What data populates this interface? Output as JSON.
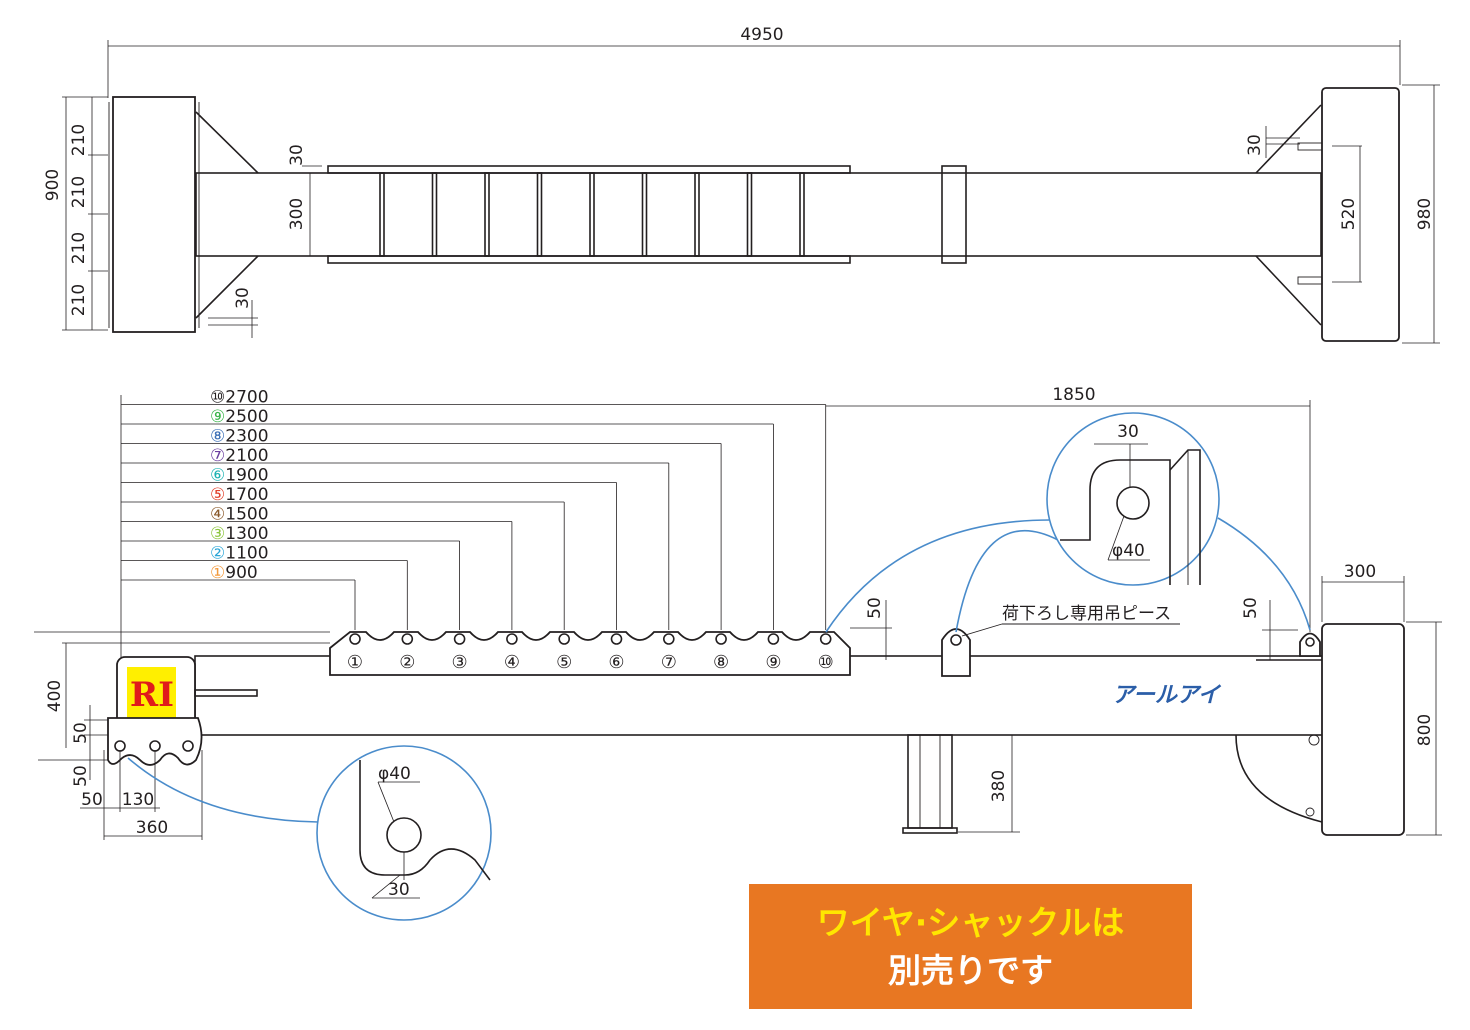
{
  "top_view": {
    "overall_length": "4950",
    "left_heights": [
      "210",
      "210",
      "210",
      "210"
    ],
    "left_total": "900",
    "beam_gap": "30",
    "beam_width": "300",
    "lower_gap": "30",
    "right_gap": "30",
    "right_inner": "520",
    "right_total": "980"
  },
  "side_view": {
    "positions": [
      {
        "mark": "①",
        "value": "900",
        "color": "#f39a3c"
      },
      {
        "mark": "②",
        "value": "1100",
        "color": "#2aa6d8"
      },
      {
        "mark": "③",
        "value": "1300",
        "color": "#8dc63f"
      },
      {
        "mark": "④",
        "value": "1500",
        "color": "#8b5a2b"
      },
      {
        "mark": "⑤",
        "value": "1700",
        "color": "#e2402b"
      },
      {
        "mark": "⑥",
        "value": "1900",
        "color": "#1cb3b3"
      },
      {
        "mark": "⑦",
        "value": "2100",
        "color": "#6b3fa0"
      },
      {
        "mark": "⑧",
        "value": "2300",
        "color": "#3b6fb6"
      },
      {
        "mark": "⑨",
        "value": "2500",
        "color": "#3ab54a"
      },
      {
        "mark": "⑩",
        "value": "2700",
        "color": "#231f20"
      }
    ],
    "right_span": "1850",
    "right_end_width": "300",
    "right_height": "800",
    "lug_height": "50",
    "right_lug_height": "50",
    "left_height": "400",
    "left_offsets": [
      "50",
      "50"
    ],
    "left_bottom": [
      "50",
      "130"
    ],
    "left_width": "360",
    "leg_height": "380",
    "lifting_piece_label": "荷下ろし専用吊ピース",
    "brand_text": "アールアイ",
    "logo_text": "RI"
  },
  "detail_top": {
    "r": "30",
    "hole": "φ40"
  },
  "detail_bottom": {
    "hole": "φ40",
    "r": "30"
  },
  "notice": {
    "line1": "ワイヤ·シャックルは",
    "line2": "別売りです",
    "bg_color": "#e87722",
    "line1_color": "#ffe600",
    "line2_color": "#ffffff"
  }
}
